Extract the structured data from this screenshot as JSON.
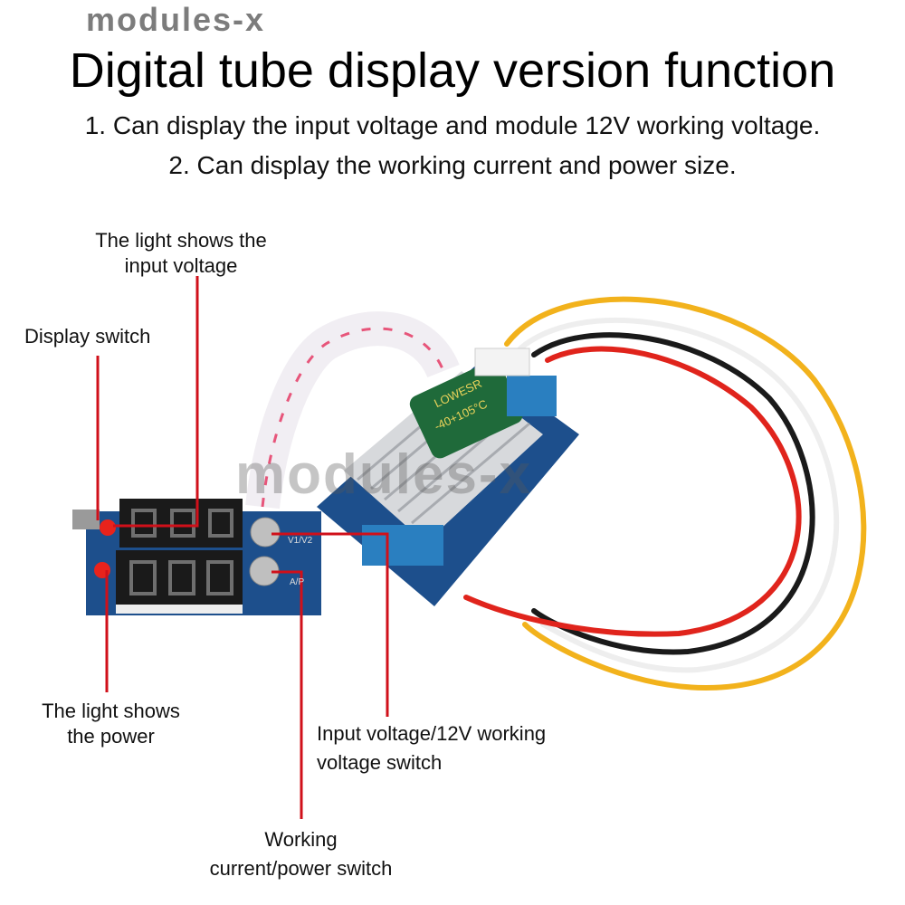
{
  "watermark": "modules-x",
  "title": "Digital tube display version function",
  "subtitle_lines": [
    "1. Can display the input voltage and module 12V working voltage.",
    "2. Can display the working current and power size."
  ],
  "callouts": {
    "input_light": [
      "The light shows the",
      "input voltage"
    ],
    "display_switch": [
      "Display switch"
    ],
    "power_light": [
      "The light shows",
      "the power"
    ],
    "voltage_switch": [
      "Input voltage/12V working",
      "voltage switch"
    ],
    "current_switch": [
      "Working",
      "current/power switch"
    ]
  },
  "board": {
    "button1_label": "V1/V2",
    "button2_label": "A/P",
    "capacitor_brand": "LOWESR",
    "capacitor_temp": "-40+105°C"
  },
  "colors": {
    "callout_line": "#d0101a",
    "pcb": "#1d4f8c",
    "wire_red": "#e0241c",
    "wire_yellow": "#f2b21c",
    "wire_black": "#1a1a1a",
    "terminal": "#2a7fc0"
  }
}
